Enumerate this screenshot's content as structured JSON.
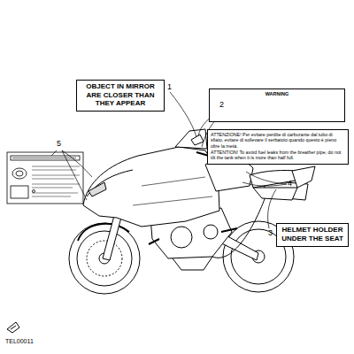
{
  "diagram": {
    "nodes": [
      {
        "text": [
          "OBJECT IN MIRROR ARE CLOSER THAN THEY APPEAR"
        ]
      },
      {
        "text": [
          "WARNING"
        ]
      },
      {
        "text": [
          "ATTENZIONE! Per evitare perdite di carburante dal tubo di sfiato, evitare di sollevare il serbatoio quando questo è pieno oltre la metà.",
          "ATTENTION! To avoid fuel leaks from the breather pipe, do not tilt the tank when it is more than half full."
        ]
      },
      {
        "text": [
          "HELMET HOLDER UNDER THE SEAT"
        ]
      }
    ],
    "labels": [
      "1",
      "2",
      "3",
      "4",
      "5",
      "TEL00011"
    ]
  }
}
